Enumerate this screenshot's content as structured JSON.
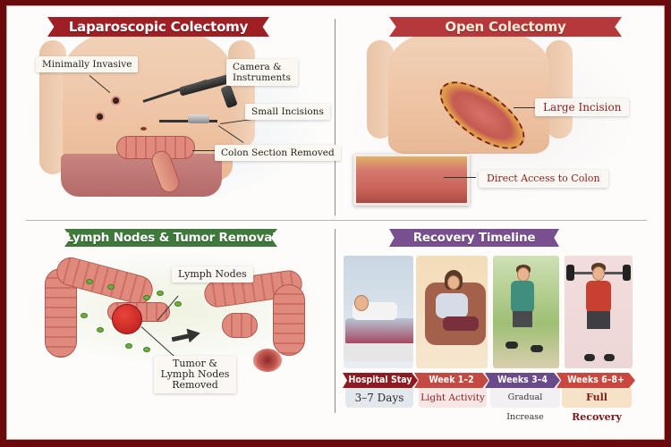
{
  "colors": {
    "frame_border": "#6b0a0c",
    "banner_laparoscopic": "#9e1f24",
    "banner_open": "#b5383c",
    "banner_lymph": "#3f7a3c",
    "banner_recovery": "#7a4f8f",
    "tag_hospital": "#8d1c22",
    "tag_week12": "#c24a42",
    "tag_week34": "#6a4b8a",
    "tag_week68": "#c9473f"
  },
  "panels": {
    "laparoscopic": {
      "title": "Laparoscopic Colectomy",
      "callouts": {
        "minimally_invasive": "Minimally Invasive",
        "camera_instruments": "Camera & Instruments",
        "small_incisions": "Small Incisions",
        "colon_section_removed": "Colon Section Removed"
      }
    },
    "open": {
      "title": "Open Colectomy",
      "callouts": {
        "large_incision": "Large Incision",
        "direct_access": "Direct Access to Colon"
      }
    },
    "lymph": {
      "title": "Lymph Nodes & Tumor Removal",
      "callouts": {
        "lymph_nodes": "Lymph Nodes",
        "tumor_removed": "Tumor & Lymph Nodes Removed"
      }
    },
    "recovery": {
      "title": "Recovery Timeline",
      "stages": [
        {
          "label": "Hospital Stay",
          "detail": "3–7 Days",
          "scene": "patient-in-hospital-bed"
        },
        {
          "label": "Week 1–2",
          "detail": "Light Activity",
          "scene": "woman-resting-in-armchair"
        },
        {
          "label": "Weeks 3–4",
          "detail": "Gradual Increase",
          "scene": "man-walking-outdoors"
        },
        {
          "label": "Weeks 6–8+",
          "detail": "Full Recovery",
          "scene": "man-lifting-barbell"
        }
      ]
    }
  }
}
